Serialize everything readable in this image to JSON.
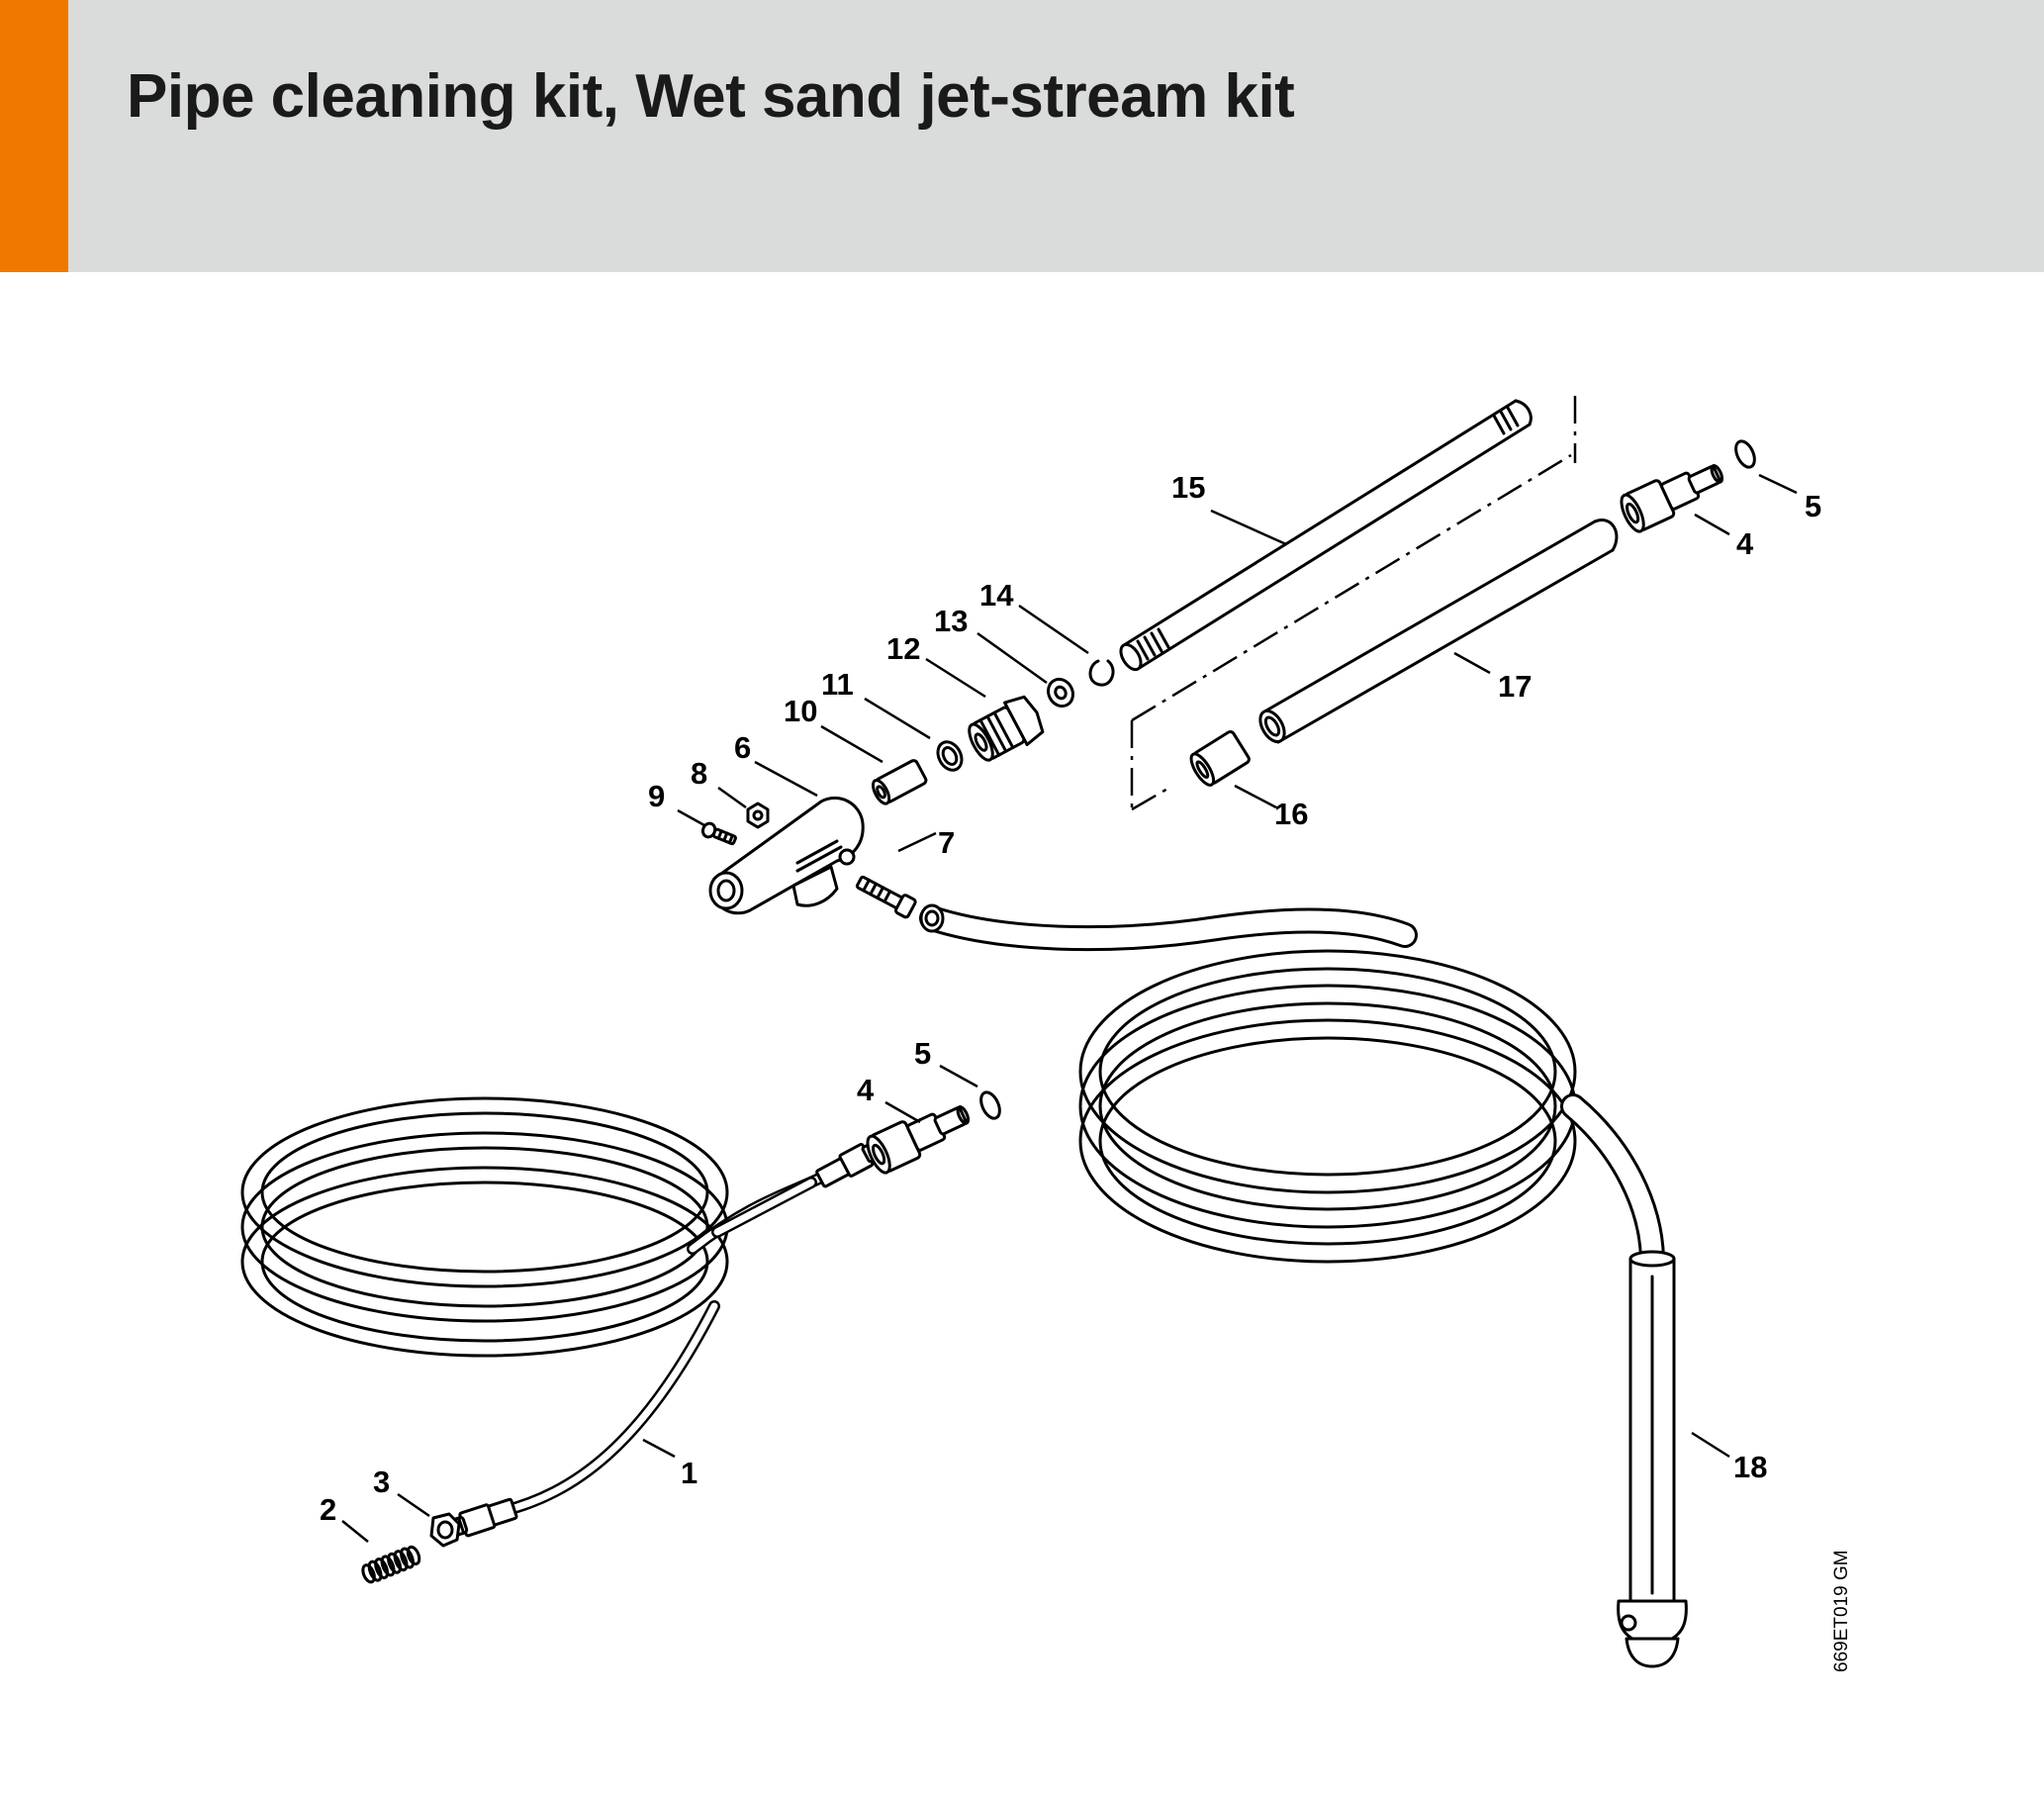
{
  "header": {
    "title": "Pipe cleaning kit, Wet sand jet-stream kit",
    "accent_color": "#f07800",
    "background_color": "#dadcdb"
  },
  "diagram": {
    "labels": {
      "p1": "1",
      "p2": "2",
      "p3": "3",
      "p4a": "4",
      "p5a": "5",
      "p4b": "4",
      "p5b": "5",
      "p6": "6",
      "p7": "7",
      "p8": "8",
      "p9": "9",
      "p10": "10",
      "p11": "11",
      "p12": "12",
      "p13": "13",
      "p14": "14",
      "p15": "15",
      "p16": "16",
      "p17": "17",
      "p18": "18"
    },
    "drawing_ref": "669ET019 GM"
  }
}
